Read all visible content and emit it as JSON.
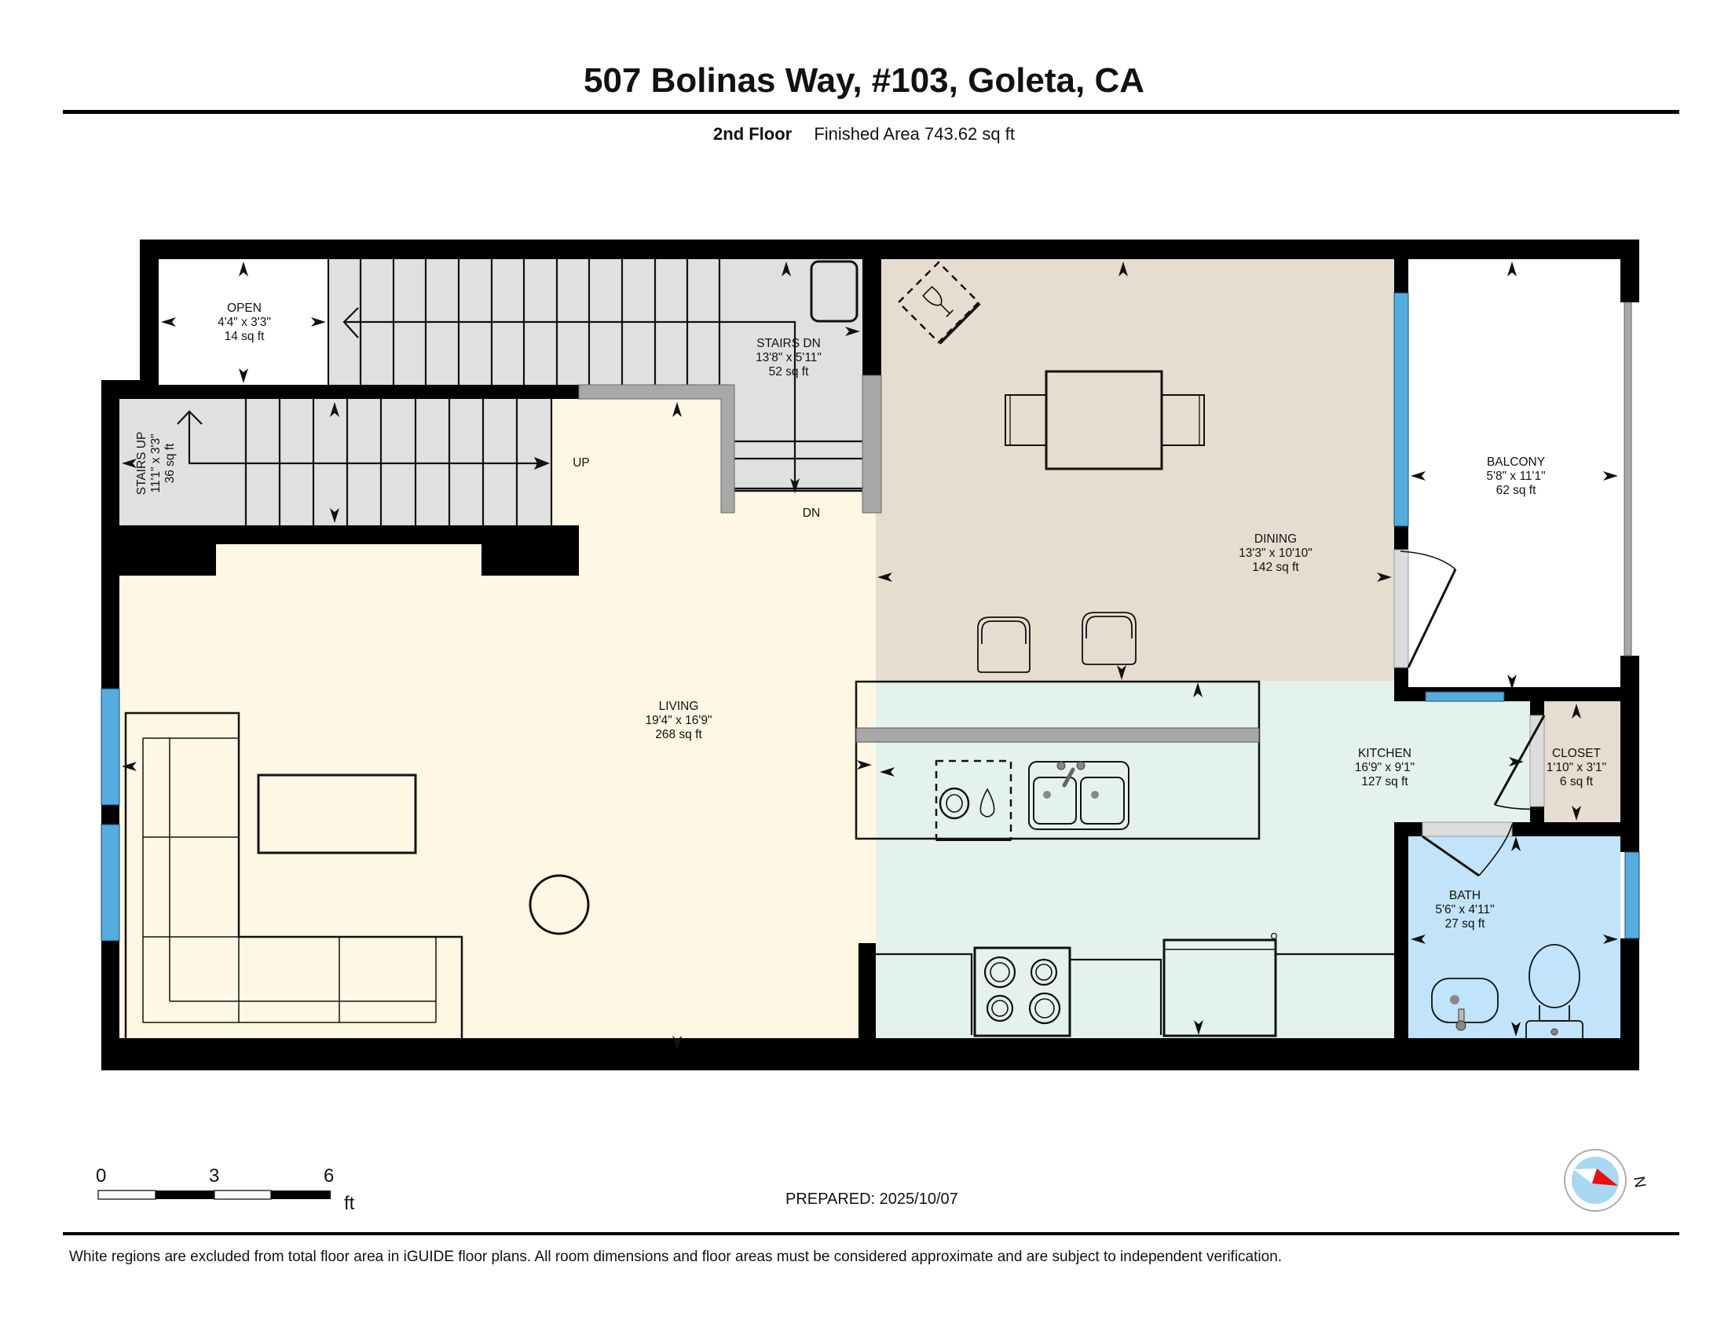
{
  "header": {
    "title": "507 Bolinas Way, #103, Goleta, CA",
    "floor": "2nd Floor",
    "finished_area": "Finished Area 743.62 sq ft"
  },
  "rooms": {
    "open": {
      "name": "OPEN",
      "dims": "4'4\" x 3'3\"",
      "area": "14 sq ft"
    },
    "stairs_up": {
      "name": "STAIRS UP",
      "dims": "11'1\" x 3'3\"",
      "area": "36 sq ft"
    },
    "stairs_dn": {
      "name": "STAIRS DN",
      "dims": "13'8\" x 5'11\"",
      "area": "52 sq ft"
    },
    "dining": {
      "name": "DINING",
      "dims": "13'3\" x 10'10\"",
      "area": "142 sq ft"
    },
    "balcony": {
      "name": "BALCONY",
      "dims": "5'8\" x 11'1\"",
      "area": "62 sq ft"
    },
    "living": {
      "name": "LIVING",
      "dims": "19'4\" x 16'9\"",
      "area": "268 sq ft"
    },
    "kitchen": {
      "name": "KITCHEN",
      "dims": "16'9\" x 9'1\"",
      "area": "127 sq ft"
    },
    "closet": {
      "name": "CLOSET",
      "dims": "1'10\" x 3'1\"",
      "area": "6 sq ft"
    },
    "bath": {
      "name": "BATH",
      "dims": "5'6\" x 4'11\"",
      "area": "27 sq ft"
    }
  },
  "stair_labels": {
    "up": "UP",
    "dn": "DN"
  },
  "scale_bar": {
    "ticks": [
      "0",
      "3",
      "6"
    ],
    "unit": "ft"
  },
  "compass": {
    "label": "N",
    "icon": "compass-icon"
  },
  "footer": {
    "prepared": "PREPARED: 2025/10/07",
    "disclaimer": "White regions are excluded from total floor area in iGUIDE floor plans. All room dimensions and floor areas must be considered approximate and are subject to independent verification."
  },
  "colors": {
    "wall": "#000000",
    "living": "#FEF7E3",
    "dining": "#E6DDD0",
    "kitchen": "#E4F2EC",
    "bath": "#C2E4FA",
    "closet": "#E6DDD0",
    "stairs": "#E0E0E0",
    "window": "#55ACDE",
    "railing": "#A8A8A8",
    "compass_needle": "#E81010"
  }
}
